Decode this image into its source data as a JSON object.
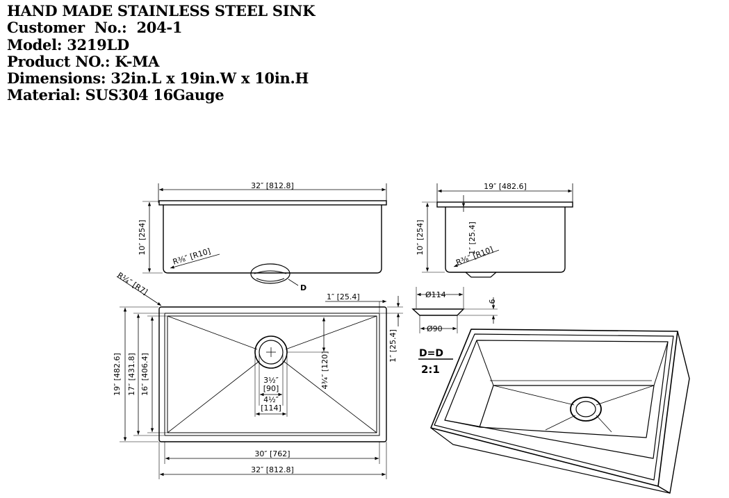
{
  "header": {
    "title": "HAND MADE STAINLESS STEEL SINK",
    "customer": "Customer  No.:  204-1",
    "model": "Model: 3219LD",
    "product": "Product NO.: K-MA",
    "dimensions": "Dimensions: 32in.L x 19in.W x 10in.H",
    "material": "Material: SUS304 16Gauge"
  },
  "front_view": {
    "length": "32″ [812.8]",
    "height": "10″ [254]",
    "radius": "R⅜″ [R10]",
    "detail_mark": "D"
  },
  "side_view": {
    "width": "19″ [482.6]",
    "height": "10″ [254]",
    "flange": "1″ [25.4]",
    "radius": "R⅜″ [R10]"
  },
  "top_view": {
    "corner_radius": "R¼″ [R7]",
    "overall_width": "19″ [482.6]",
    "width_17": "17″ [431.8]",
    "width_16": "16″ [406.4]",
    "flange_top": "1″ [25.4]",
    "flange_right": "1″ [25.4]",
    "drain_offset": "4¾″ [120]",
    "drain_inner": "3½″",
    "drain_inner_mm": "[90]",
    "drain_outer": "4½″",
    "drain_outer_mm": "[114]",
    "inner_length": "30″ [762]",
    "overall_length": "32″ [812.8]"
  },
  "detail": {
    "outer_dia": "Ø114",
    "inner_dia": "Ø90",
    "depth": "6",
    "label": "D=D",
    "scale": "2:1"
  }
}
